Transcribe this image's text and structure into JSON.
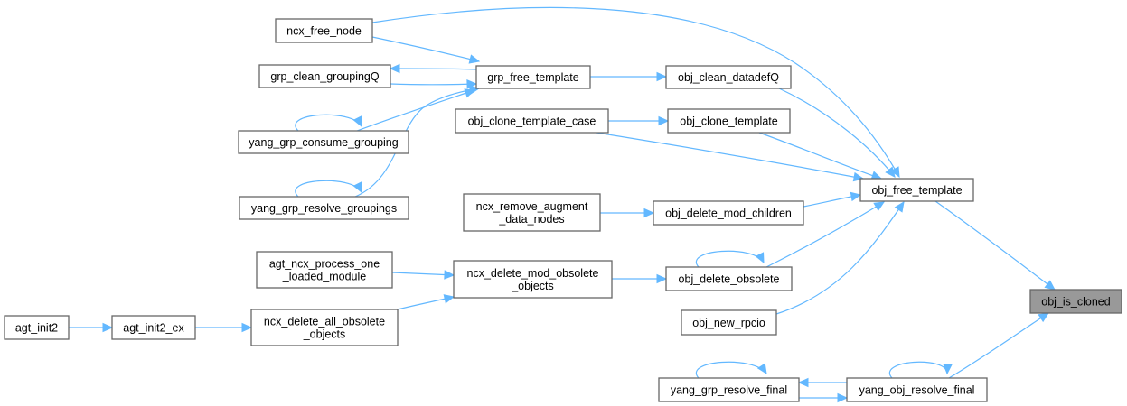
{
  "diagram": {
    "type": "call-graph",
    "focus_node": "obj_is_cloned",
    "colors": {
      "edge": "#63b8ff",
      "node_border": "#666666",
      "focus_fill": "#999999",
      "node_fill": "#ffffff"
    },
    "nodes": [
      {
        "id": "ncx_free_node",
        "lines": [
          "ncx_free_node"
        ]
      },
      {
        "id": "grp_clean_groupingQ",
        "lines": [
          "grp_clean_groupingQ"
        ]
      },
      {
        "id": "yang_grp_consume_grouping",
        "lines": [
          "yang_grp_consume_grouping"
        ]
      },
      {
        "id": "yang_grp_resolve_groupings",
        "lines": [
          "yang_grp_resolve_groupings"
        ]
      },
      {
        "id": "grp_free_template",
        "lines": [
          "grp_free_template"
        ]
      },
      {
        "id": "obj_clean_datadefQ",
        "lines": [
          "obj_clean_datadefQ"
        ]
      },
      {
        "id": "obj_clone_template_case",
        "lines": [
          "obj_clone_template_case"
        ]
      },
      {
        "id": "obj_clone_template",
        "lines": [
          "obj_clone_template"
        ]
      },
      {
        "id": "ncx_remove_augment_data_nodes",
        "lines": [
          "ncx_remove_augment",
          "_data_nodes"
        ]
      },
      {
        "id": "obj_delete_mod_children",
        "lines": [
          "obj_delete_mod_children"
        ]
      },
      {
        "id": "obj_free_template",
        "lines": [
          "obj_free_template"
        ]
      },
      {
        "id": "agt_ncx_process_one_loaded_module",
        "lines": [
          "agt_ncx_process_one",
          "_loaded_module"
        ]
      },
      {
        "id": "ncx_delete_mod_obsolete_objects",
        "lines": [
          "ncx_delete_mod_obsolete",
          "_objects"
        ]
      },
      {
        "id": "obj_delete_obsolete",
        "lines": [
          "obj_delete_obsolete"
        ]
      },
      {
        "id": "agt_init2",
        "lines": [
          "agt_init2"
        ]
      },
      {
        "id": "agt_init2_ex",
        "lines": [
          "agt_init2_ex"
        ]
      },
      {
        "id": "ncx_delete_all_obsolete_objects",
        "lines": [
          "ncx_delete_all_obsolete",
          "_objects"
        ]
      },
      {
        "id": "obj_new_rpcio",
        "lines": [
          "obj_new_rpcio"
        ]
      },
      {
        "id": "obj_is_cloned",
        "lines": [
          "obj_is_cloned"
        ]
      },
      {
        "id": "yang_grp_resolve_final",
        "lines": [
          "yang_grp_resolve_final"
        ]
      },
      {
        "id": "yang_obj_resolve_final",
        "lines": [
          "yang_obj_resolve_final"
        ]
      }
    ],
    "edges": [
      {
        "from": "ncx_free_node",
        "to": "grp_free_template"
      },
      {
        "from": "ncx_free_node",
        "to": "obj_free_template"
      },
      {
        "from": "grp_clean_groupingQ",
        "to": "grp_free_template"
      },
      {
        "from": "grp_free_template",
        "to": "grp_clean_groupingQ"
      },
      {
        "from": "yang_grp_consume_grouping",
        "to": "grp_free_template"
      },
      {
        "from": "yang_grp_consume_grouping",
        "to": "yang_grp_consume_grouping"
      },
      {
        "from": "yang_grp_resolve_groupings",
        "to": "grp_free_template"
      },
      {
        "from": "yang_grp_resolve_groupings",
        "to": "yang_grp_resolve_groupings"
      },
      {
        "from": "grp_free_template",
        "to": "obj_clean_datadefQ"
      },
      {
        "from": "obj_clean_datadefQ",
        "to": "obj_free_template"
      },
      {
        "from": "obj_clone_template_case",
        "to": "obj_clone_template"
      },
      {
        "from": "obj_clone_template_case",
        "to": "obj_free_template"
      },
      {
        "from": "obj_clone_template",
        "to": "obj_free_template"
      },
      {
        "from": "ncx_remove_augment_data_nodes",
        "to": "obj_delete_mod_children"
      },
      {
        "from": "obj_delete_mod_children",
        "to": "obj_free_template"
      },
      {
        "from": "obj_delete_obsolete",
        "to": "obj_free_template"
      },
      {
        "from": "obj_delete_obsolete",
        "to": "obj_delete_obsolete"
      },
      {
        "from": "obj_new_rpcio",
        "to": "obj_free_template"
      },
      {
        "from": "agt_ncx_process_one_loaded_module",
        "to": "ncx_delete_mod_obsolete_objects"
      },
      {
        "from": "ncx_delete_all_obsolete_objects",
        "to": "ncx_delete_mod_obsolete_objects"
      },
      {
        "from": "ncx_delete_mod_obsolete_objects",
        "to": "obj_delete_obsolete"
      },
      {
        "from": "agt_init2",
        "to": "agt_init2_ex"
      },
      {
        "from": "agt_init2_ex",
        "to": "ncx_delete_all_obsolete_objects"
      },
      {
        "from": "obj_free_template",
        "to": "obj_is_cloned"
      },
      {
        "from": "yang_obj_resolve_final",
        "to": "obj_is_cloned"
      },
      {
        "from": "yang_obj_resolve_final",
        "to": "yang_grp_resolve_final"
      },
      {
        "from": "yang_grp_resolve_final",
        "to": "yang_obj_resolve_final"
      },
      {
        "from": "yang_grp_resolve_final",
        "to": "yang_grp_resolve_final"
      },
      {
        "from": "yang_obj_resolve_final",
        "to": "yang_obj_resolve_final"
      }
    ]
  }
}
